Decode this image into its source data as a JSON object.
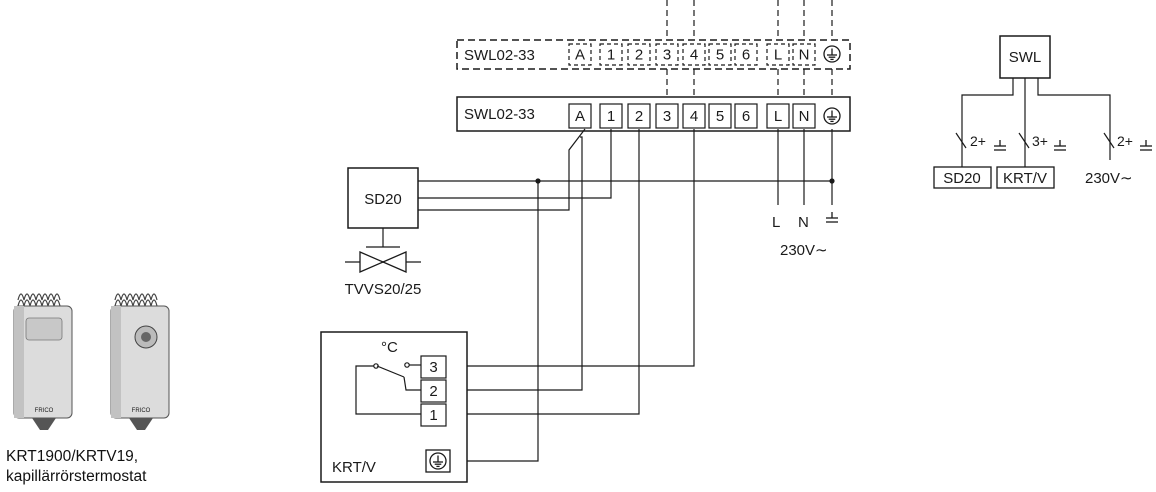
{
  "unit_dashed": {
    "label": "SWL02-33",
    "terminals": [
      "A",
      "1",
      "2",
      "3",
      "4",
      "5",
      "6",
      "L",
      "N"
    ]
  },
  "unit_main": {
    "label": "SWL02-33",
    "terminals": [
      "A",
      "1",
      "2",
      "3",
      "4",
      "5",
      "6",
      "L",
      "N"
    ]
  },
  "sd20": {
    "label": "SD20"
  },
  "valve": {
    "label": "TVVS20/25"
  },
  "krt": {
    "label": "KRT/V",
    "degree_symbol": "°C",
    "terminals": [
      "3",
      "2",
      "1"
    ]
  },
  "supply": {
    "l_label": "L",
    "n_label": "N",
    "voltage_label": "230V∼"
  },
  "block_diagram": {
    "swl_label": "SWL",
    "sd20_label": "SD20",
    "krt_label": "KRT/V",
    "cable_sd20": "2+",
    "cable_krt": "3+",
    "cable_supply": "2+",
    "supply_label": "230V∼"
  },
  "caption": {
    "line1": "KRT1900/KRTV19,",
    "line2": "kapillärrörstermostat"
  },
  "colors": {
    "line": "#1a1a1a",
    "device_body": "#d9d9d9",
    "background": "#ffffff"
  }
}
